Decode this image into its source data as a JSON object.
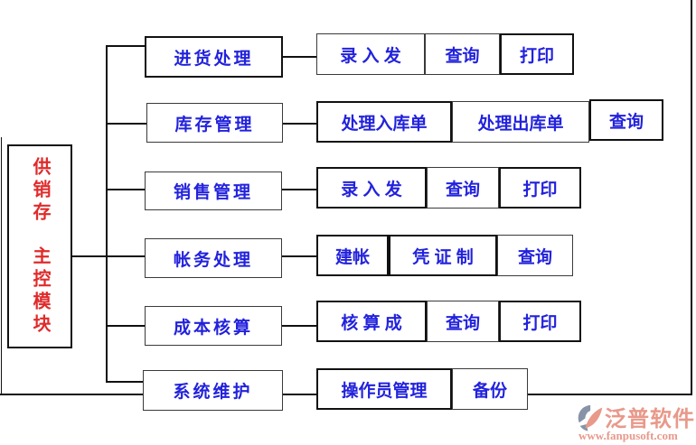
{
  "colors": {
    "box_text": "#2222dd",
    "root_text": "#e02a2a",
    "line": "#111111",
    "logo_salmon": "#e8998a",
    "logo_gray": "#8793a6"
  },
  "root": {
    "title_top": "供销存",
    "title_bottom": "主控模块"
  },
  "rows": [
    {
      "label": "进货处理",
      "cells": [
        "录 入 发",
        "查询",
        "打印"
      ]
    },
    {
      "label": "库存管理",
      "cells": [
        "处理入库单",
        "处理出库单",
        "查询"
      ]
    },
    {
      "label": "销售管理",
      "cells": [
        "录 入 发",
        "查询",
        "打印"
      ]
    },
    {
      "label": "帐务处理",
      "cells": [
        "建帐",
        "凭 证 制",
        "查询"
      ]
    },
    {
      "label": "成本核算",
      "cells": [
        "核 算 成",
        "查询",
        "打印"
      ]
    },
    {
      "label": "系统维护",
      "cells": [
        "操作员管理",
        "备份"
      ]
    }
  ],
  "logo": {
    "brand": "泛普软件",
    "website": "www.fanpusoft.com"
  }
}
